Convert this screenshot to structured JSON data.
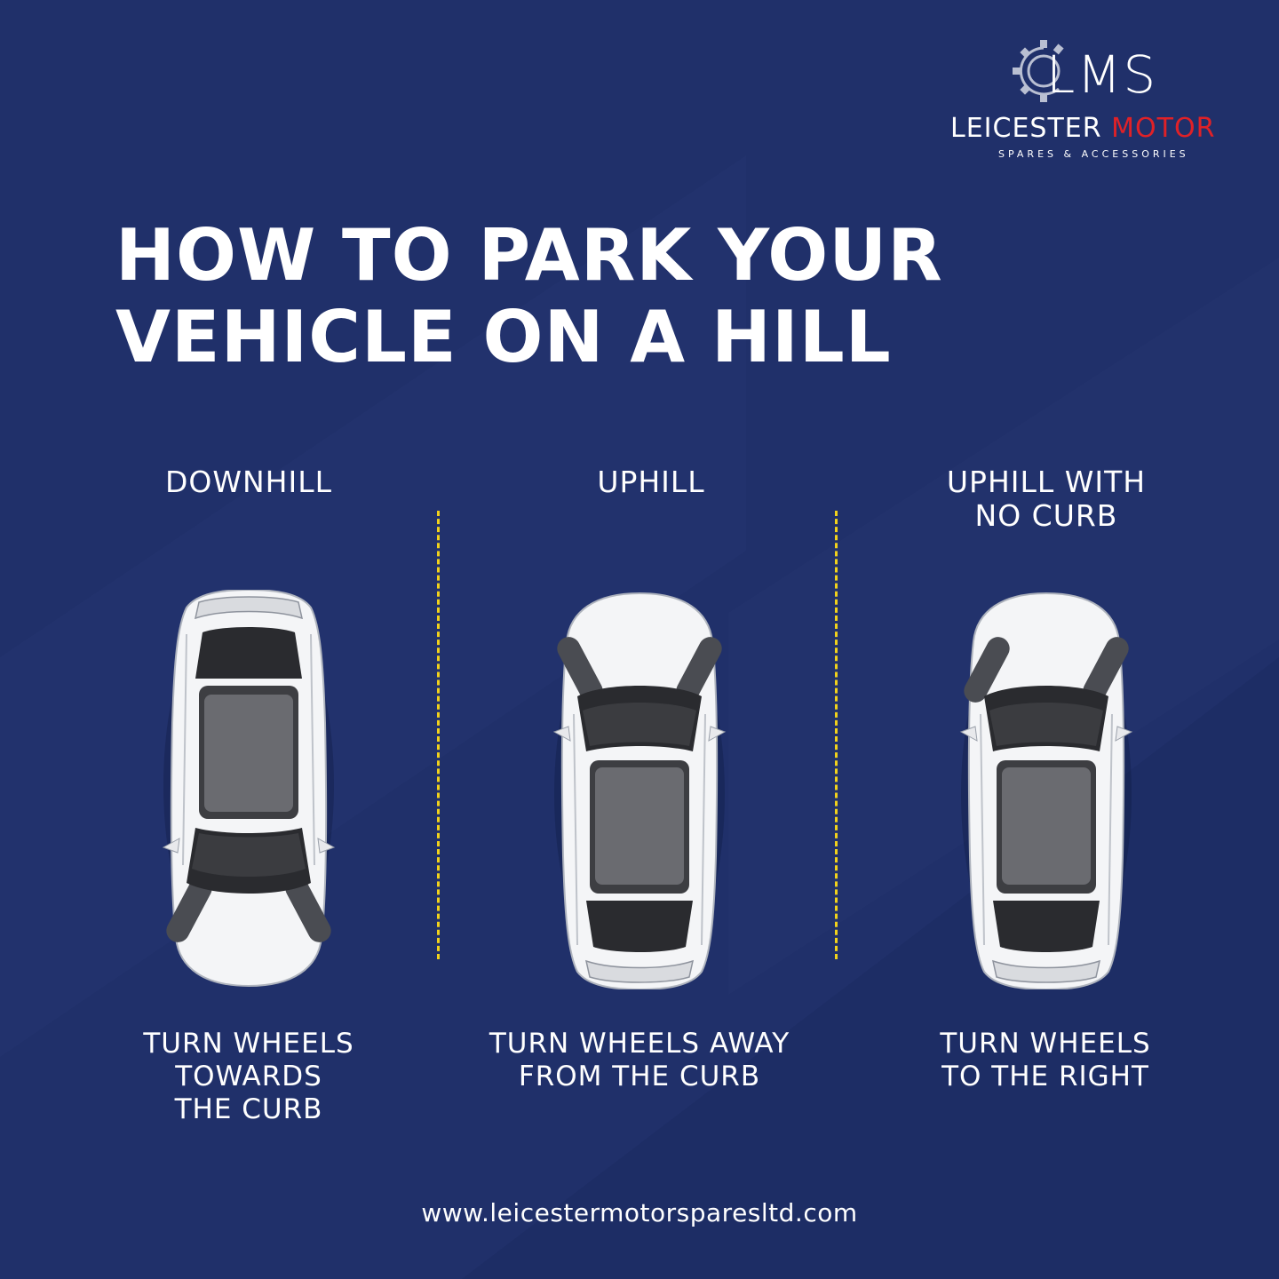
{
  "brand": {
    "mark": "LMS",
    "name_primary": "LEICESTER",
    "name_accent": "MOTOR",
    "tagline": "SPARES & ACCESSORIES",
    "accent_color": "#e02127",
    "icon": "gear-icon"
  },
  "headline": {
    "line1": "HOW TO PARK YOUR",
    "line2": "VEHICLE ON A HILL"
  },
  "columns": [
    {
      "title": [
        "DOWNHILL"
      ],
      "description": [
        "TURN WHEELS",
        "TOWARDS",
        "THE CURB"
      ],
      "car_orientation": "facing-down",
      "wheels": "turned-towards-curb"
    },
    {
      "title": [
        "UPHILL"
      ],
      "description": [
        "TURN WHEELS AWAY",
        "FROM THE CURB"
      ],
      "car_orientation": "facing-up",
      "wheels": "turned-away-from-curb"
    },
    {
      "title": [
        "UPHILL WITH",
        "NO CURB"
      ],
      "description": [
        "TURN WHEELS",
        "TO THE RIGHT"
      ],
      "car_orientation": "facing-up",
      "wheels": "turned-right"
    }
  ],
  "website": "www.leicestermotorsparesltd.com",
  "colors": {
    "background": "#20306a",
    "divider": "#f2d21b",
    "text": "#ffffff"
  }
}
